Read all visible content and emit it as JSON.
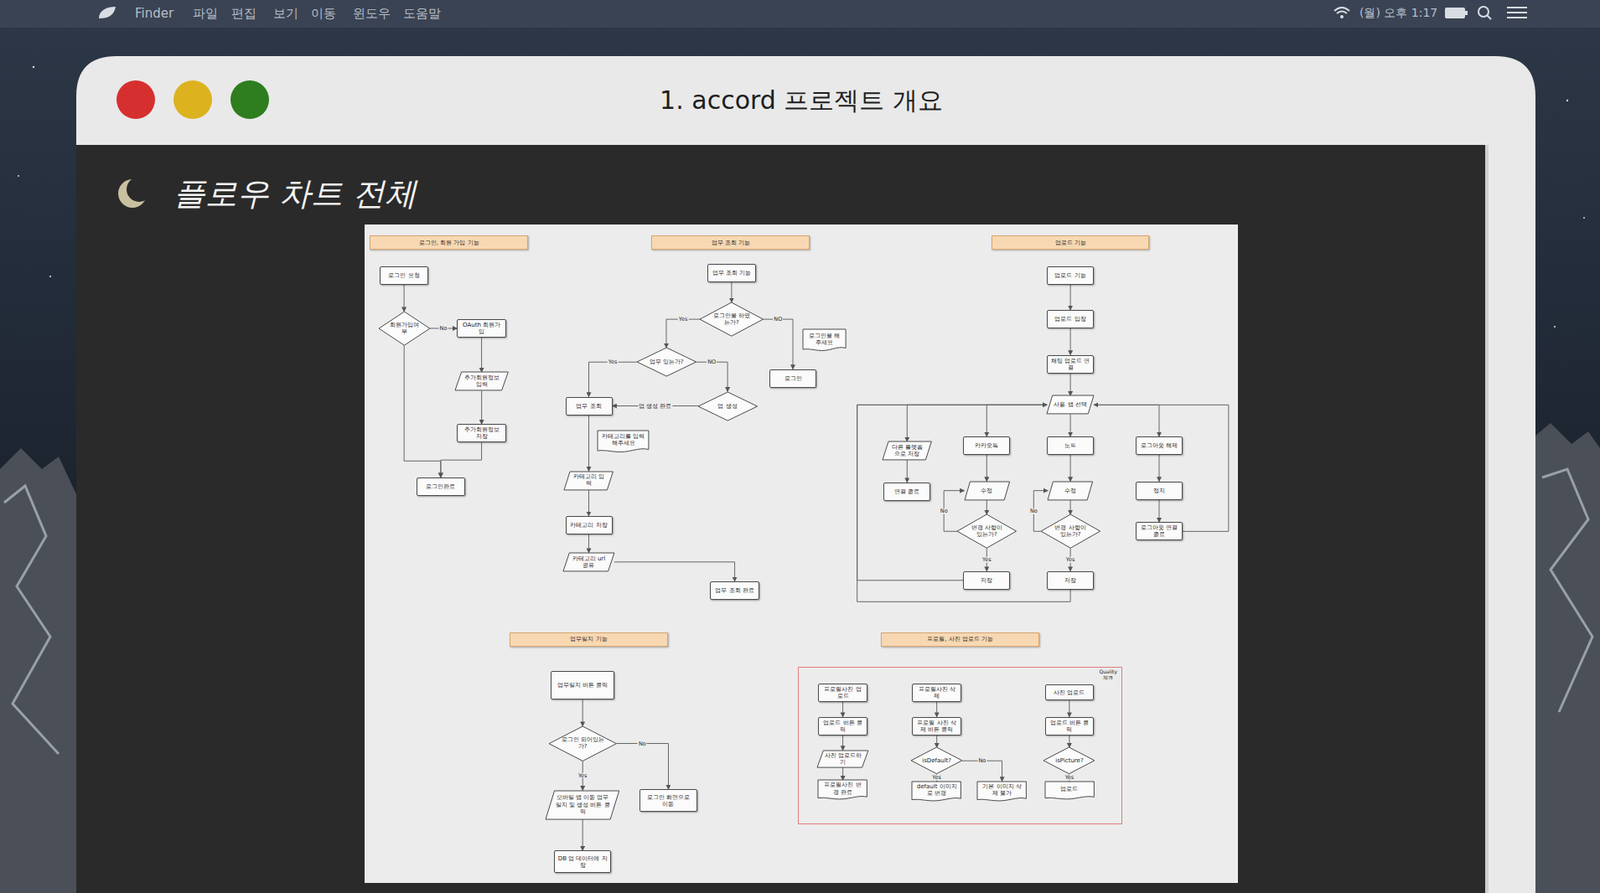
{
  "diagram": {
    "title": "1. accord 프로젝트 개요",
    "nodes": [
      {
        "text": [
          "로그인, 회원 가입 기능"
        ]
      },
      {
        "text": [
          "로그인 요청"
        ]
      },
      {
        "text": [
          "회원가입여부"
        ]
      },
      {
        "text": [
          "OAuth 회원가입"
        ]
      },
      {
        "text": [
          "추가회원정보 입력"
        ]
      },
      {
        "text": [
          "추가회원정보 저장"
        ]
      },
      {
        "text": [
          "로그인완료"
        ]
      },
      {
        "text": [
          "업무 조회 기능"
        ]
      },
      {
        "text": [
          "업무 조회 기능"
        ]
      },
      {
        "text": [
          "로그인을 하였는가?"
        ]
      },
      {
        "text": [
          "로그인을 해주세요"
        ]
      },
      {
        "text": [
          "로그인"
        ]
      },
      {
        "text": [
          "업무 있는가?"
        ]
      },
      {
        "text": [
          "업 생성"
        ]
      },
      {
        "text": [
          "업무 조회"
        ]
      },
      {
        "text": [
          "카테고리를 입력해주세요"
        ]
      },
      {
        "text": [
          "카테고리 입력"
        ]
      },
      {
        "text": [
          "카테고리 저장"
        ]
      },
      {
        "text": [
          "카테고리 url 공유"
        ]
      },
      {
        "text": [
          "업무 조회 완료"
        ]
      },
      {
        "text": [
          "업로드 기능"
        ]
      },
      {
        "text": [
          "업로드 기능"
        ]
      },
      {
        "text": [
          "업로드 입장"
        ]
      },
      {
        "text": [
          "채팅 업로드 연결"
        ]
      },
      {
        "text": [
          "사용 앱 선택"
        ]
      },
      {
        "text": [
          "다른 플랫폼으로 저장"
        ]
      },
      {
        "text": [
          "연결 종료"
        ]
      },
      {
        "text": [
          "카카오톡"
        ]
      },
      {
        "text": [
          "수정"
        ]
      },
      {
        "text": [
          "변경 사항이 있는가?"
        ]
      },
      {
        "text": [
          "저장"
        ]
      },
      {
        "text": [
          "노트"
        ]
      },
      {
        "text": [
          "수정"
        ]
      },
      {
        "text": [
          "변경 사항이 있는가?"
        ]
      },
      {
        "text": [
          "저장"
        ]
      },
      {
        "text": [
          "로그아웃 해제"
        ]
      },
      {
        "text": [
          "정지"
        ]
      },
      {
        "text": [
          "로그아웃 연결 종료"
        ]
      },
      {
        "text": [
          "업무일지 기능"
        ]
      },
      {
        "text": [
          "업무일지 버튼 클릭"
        ]
      },
      {
        "text": [
          "로그인 되어있는가?"
        ]
      },
      {
        "text": [
          "모바일 앱 이동 업무일지 및 생성 버튼 클릭"
        ]
      },
      {
        "text": [
          "로그인 화면으로 이동"
        ]
      },
      {
        "text": [
          "DB 업 데이터에 저장"
        ]
      },
      {
        "text": [
          "프로필, 사진 업로드 기능"
        ]
      },
      {
        "text": [
          "Quality 체크"
        ]
      },
      {
        "text": [
          "프로필사진 업로드"
        ],
        "in": 45
      },
      {
        "text": [
          "업로드 버튼 클릭"
        ],
        "in": 45
      },
      {
        "text": [
          "사진 업로드하기"
        ],
        "in": 45
      },
      {
        "text": [
          "프로필사진 변경 완료"
        ],
        "in": 45
      },
      {
        "text": [
          "프로필사진 삭제"
        ],
        "in": 45
      },
      {
        "text": [
          "프로필 사진 삭제 버튼 클릭"
        ],
        "in": 45
      },
      {
        "text": [
          "isDefault?"
        ],
        "in": 45
      },
      {
        "text": [
          "default 이미지로 변경"
        ],
        "in": 45
      },
      {
        "text": [
          "기본 이미지 삭제 불가"
        ],
        "in": 45
      },
      {
        "text": [
          "사진 업로드"
        ],
        "in": 45
      },
      {
        "text": [
          "업로드 버튼 클릭"
        ],
        "in": 45
      },
      {
        "text": [
          "isPicture?"
        ],
        "in": 45
      },
      {
        "text": [
          "업로드"
        ],
        "in": 45
      }
    ],
    "edges": [
      {
        "from": 1,
        "to": 2,
        "arrow": "to"
      },
      {
        "from": 2,
        "to": 3,
        "label": "No",
        "arrow": "to"
      },
      {
        "from": 3,
        "to": 4,
        "arrow": "to"
      },
      {
        "from": 4,
        "to": 5,
        "arrow": "to"
      },
      {
        "from": 5,
        "to": 6,
        "arrow": "to"
      },
      {
        "from": 2,
        "to": 6,
        "arrow": "to"
      },
      {
        "from": 8,
        "to": 9,
        "arrow": "to"
      },
      {
        "from": 9,
        "to": 12,
        "label": "Yes",
        "arrow": "to"
      },
      {
        "from": 9,
        "to": 11,
        "label": "NO",
        "arrow": "to"
      },
      {
        "from": 12,
        "to": 14,
        "label": "Yes",
        "arrow": "to"
      },
      {
        "from": 12,
        "to": 13,
        "label": "NO",
        "arrow": "to"
      },
      {
        "from": 13,
        "to": 14,
        "label": "업 생성 완료",
        "arrow": "to"
      },
      {
        "from": 14,
        "to": 16,
        "arrow": "to"
      },
      {
        "from": 16,
        "to": 17,
        "arrow": "to"
      },
      {
        "from": 17,
        "to": 18,
        "arrow": "to"
      },
      {
        "from": 18,
        "to": 19,
        "arrow": "to"
      },
      {
        "from": 21,
        "to": 22,
        "arrow": "to"
      },
      {
        "from": 22,
        "to": 23,
        "arrow": "to"
      },
      {
        "from": 23,
        "to": 24,
        "arrow": "to"
      },
      {
        "from": 24,
        "to": 25,
        "arrow": "to"
      },
      {
        "from": 24,
        "to": 27,
        "arrow": "to"
      },
      {
        "from": 24,
        "to": 31,
        "arrow": "to"
      },
      {
        "from": 24,
        "to": 35,
        "arrow": "to"
      },
      {
        "from": 25,
        "to": 26,
        "arrow": "to"
      },
      {
        "from": 27,
        "to": 28,
        "arrow": "to"
      },
      {
        "from": 28,
        "to": 29,
        "arrow": "to"
      },
      {
        "from": 29,
        "to": 30,
        "label": "Yes",
        "arrow": "to"
      },
      {
        "from": 29,
        "to": 28,
        "label": "No",
        "arrow": "to"
      },
      {
        "from": 31,
        "to": 32,
        "arrow": "to"
      },
      {
        "from": 32,
        "to": 33,
        "arrow": "to"
      },
      {
        "from": 33,
        "to": 34,
        "label": "Yes",
        "arrow": "to"
      },
      {
        "from": 33,
        "to": 32,
        "label": "No",
        "arrow": "to"
      },
      {
        "from": 35,
        "to": 36,
        "arrow": "to"
      },
      {
        "from": 36,
        "to": 37,
        "arrow": "to"
      },
      {
        "from": 37,
        "to": 24,
        "arrow": "to"
      },
      {
        "from": 30,
        "to": 24,
        "arrow": "to"
      },
      {
        "from": 34,
        "to": 24,
        "arrow": "to"
      },
      {
        "from": 39,
        "to": 40,
        "arrow": "to"
      },
      {
        "from": 40,
        "to": 41,
        "label": "Yes",
        "arrow": "to"
      },
      {
        "from": 40,
        "to": 42,
        "label": "No",
        "arrow": "to"
      },
      {
        "from": 41,
        "to": 43,
        "arrow": "to"
      },
      {
        "from": 46,
        "to": 47,
        "arrow": "to"
      },
      {
        "from": 47,
        "to": 48,
        "arrow": "to"
      },
      {
        "from": 48,
        "to": 49,
        "arrow": "to"
      },
      {
        "from": 50,
        "to": 51,
        "arrow": "to"
      },
      {
        "from": 51,
        "to": 52,
        "arrow": "to"
      },
      {
        "from": 52,
        "to": 53,
        "label": "Yes",
        "arrow": "to"
      },
      {
        "from": 52,
        "to": 54,
        "label": "No",
        "arrow": "to"
      },
      {
        "from": 55,
        "to": 56,
        "arrow": "to"
      },
      {
        "from": 56,
        "to": 57,
        "arrow": "to"
      },
      {
        "from": 57,
        "to": 58,
        "label": "Yes",
        "arrow": "to"
      }
    ],
    "labels": [
      "Finder",
      "파일",
      "편집",
      "보기",
      "이동",
      "윈도우",
      "도움말",
      "(월) 오후 1:17",
      "플로우 차트 전체"
    ]
  }
}
